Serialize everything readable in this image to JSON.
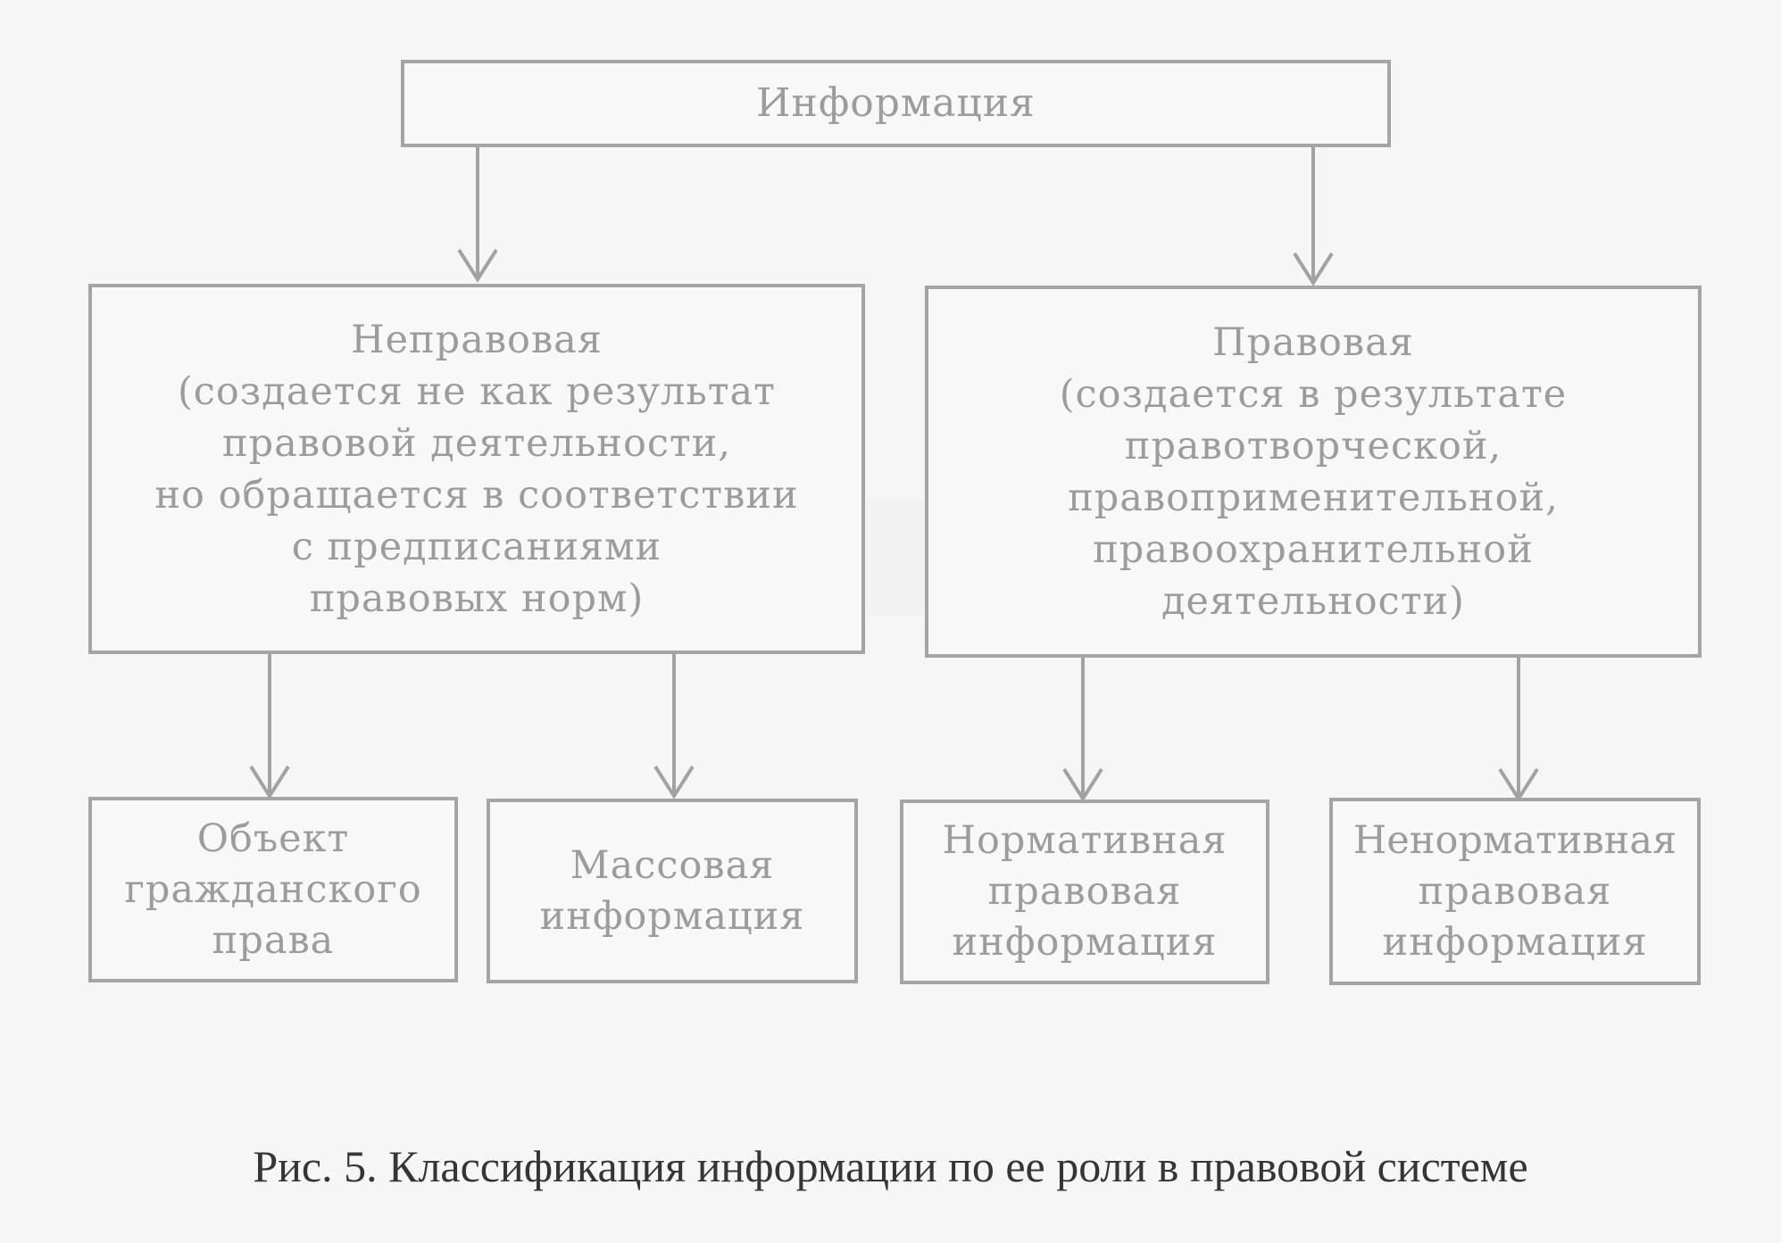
{
  "nodes": {
    "root": {
      "lines": [
        "Информация"
      ]
    },
    "nonlegal": {
      "lines": [
        "Неправовая",
        "(создается не как результат",
        "правовой деятельности,",
        "но обращается в соответствии",
        "с предписаниями",
        "правовых норм)"
      ]
    },
    "legal": {
      "lines": [
        "Правовая",
        "(создается в результате",
        "правотворческой,",
        "правоприменительной,",
        "правоохранительной",
        "деятельности)"
      ]
    },
    "civil_object": {
      "lines": [
        "Объект",
        "гражданского",
        "права"
      ]
    },
    "mass_info": {
      "lines": [
        "Массовая",
        "информация"
      ]
    },
    "normative": {
      "lines": [
        "Нормативная",
        "правовая",
        "информация"
      ]
    },
    "non_normative": {
      "lines": [
        "Ненормативная",
        "правовая",
        "информация"
      ]
    }
  },
  "edges": [
    {
      "from": "root",
      "to": "nonlegal"
    },
    {
      "from": "root",
      "to": "legal"
    },
    {
      "from": "nonlegal",
      "to": "civil_object"
    },
    {
      "from": "nonlegal",
      "to": "mass_info"
    },
    {
      "from": "legal",
      "to": "normative"
    },
    {
      "from": "legal",
      "to": "non_normative"
    }
  ],
  "caption": "Рис. 5. Классификация информации по ее роли в правовой системе",
  "colors": {
    "box_border": "#a4a4a4",
    "box_text": "#9c9c9c",
    "arrow": "#a2a2a2",
    "caption_text": "#353535",
    "background": "#f6f6f6"
  }
}
